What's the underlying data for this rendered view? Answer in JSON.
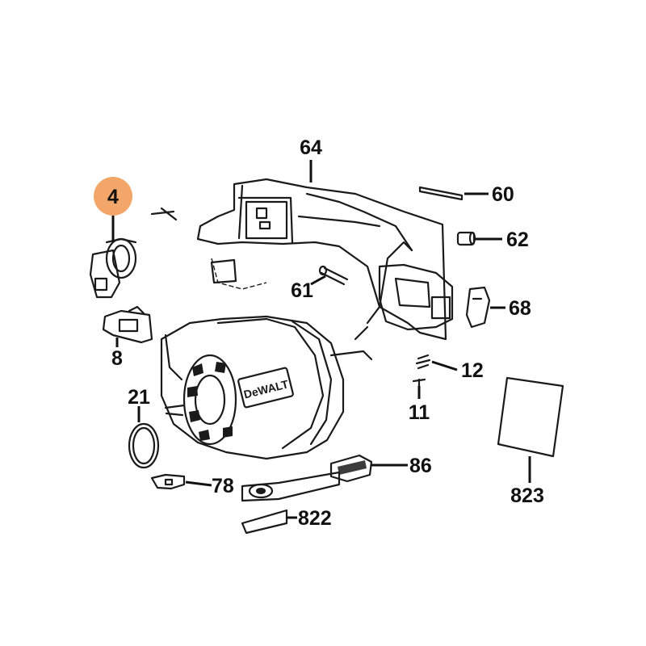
{
  "highlight_color": "#F2A66A",
  "highlighted_part": "4",
  "callouts": {
    "c4": "4",
    "c8": "8",
    "c11": "11",
    "c12": "12",
    "c21": "21",
    "c60": "60",
    "c61": "61",
    "c62": "62",
    "c64": "64",
    "c68": "68",
    "c78": "78",
    "c86": "86",
    "c822": "822",
    "c823": "823"
  },
  "housing_brand": "DeWALT"
}
